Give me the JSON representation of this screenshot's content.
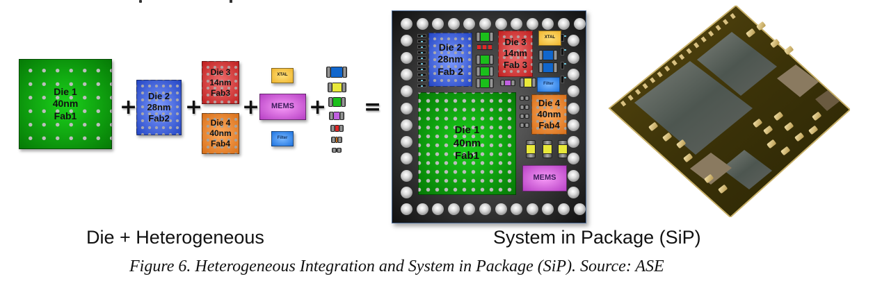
{
  "figure": {
    "left_panel": {
      "dies": [
        {
          "name": "Die 1",
          "node": "40nm",
          "fab": "Fab1",
          "color": "#0aa80a"
        },
        {
          "name": "Die 2",
          "node": "28nm",
          "fab": "Fab2",
          "color": "#3a5fd8"
        },
        {
          "name": "Die 3",
          "node": "14nm",
          "fab": "Fab3",
          "color": "#d53c3c"
        },
        {
          "name": "Die 4",
          "node": "40nm",
          "fab": "Fab4",
          "color": "#e8872e"
        }
      ],
      "components": {
        "xtal": "XTAL",
        "mems": "MEMS",
        "filter": "Filter"
      },
      "operators": {
        "plus": "+",
        "equals": "="
      },
      "passives_colors": [
        "#1166cc",
        "#e8e83a",
        "#1bbf1b",
        "#c060e0",
        "#e02828",
        "#c57020",
        "#4aa8c8"
      ],
      "heading": "Die + Heterogeneous"
    },
    "sip_panel": {
      "dies": [
        {
          "name": "Die 2",
          "node": "28nm",
          "fab": "Fab 2"
        },
        {
          "name": "Die 3",
          "node": "14nm",
          "fab": "Fab 3"
        },
        {
          "name": "Die 1",
          "node": "40nm",
          "fab": "Fab1"
        },
        {
          "name": "Die 4",
          "node": "40nm",
          "fab": "Fab4"
        }
      ],
      "components": {
        "xtal": "XTAL",
        "mems": "MEMS",
        "filter": "Filter"
      },
      "heading": "System in Package (SiP)"
    },
    "photo": {
      "alt": "photo of System in Package module"
    },
    "caption": "Figure 6.  Heterogeneous Integration and System in Package (SiP). Source: ASE"
  }
}
